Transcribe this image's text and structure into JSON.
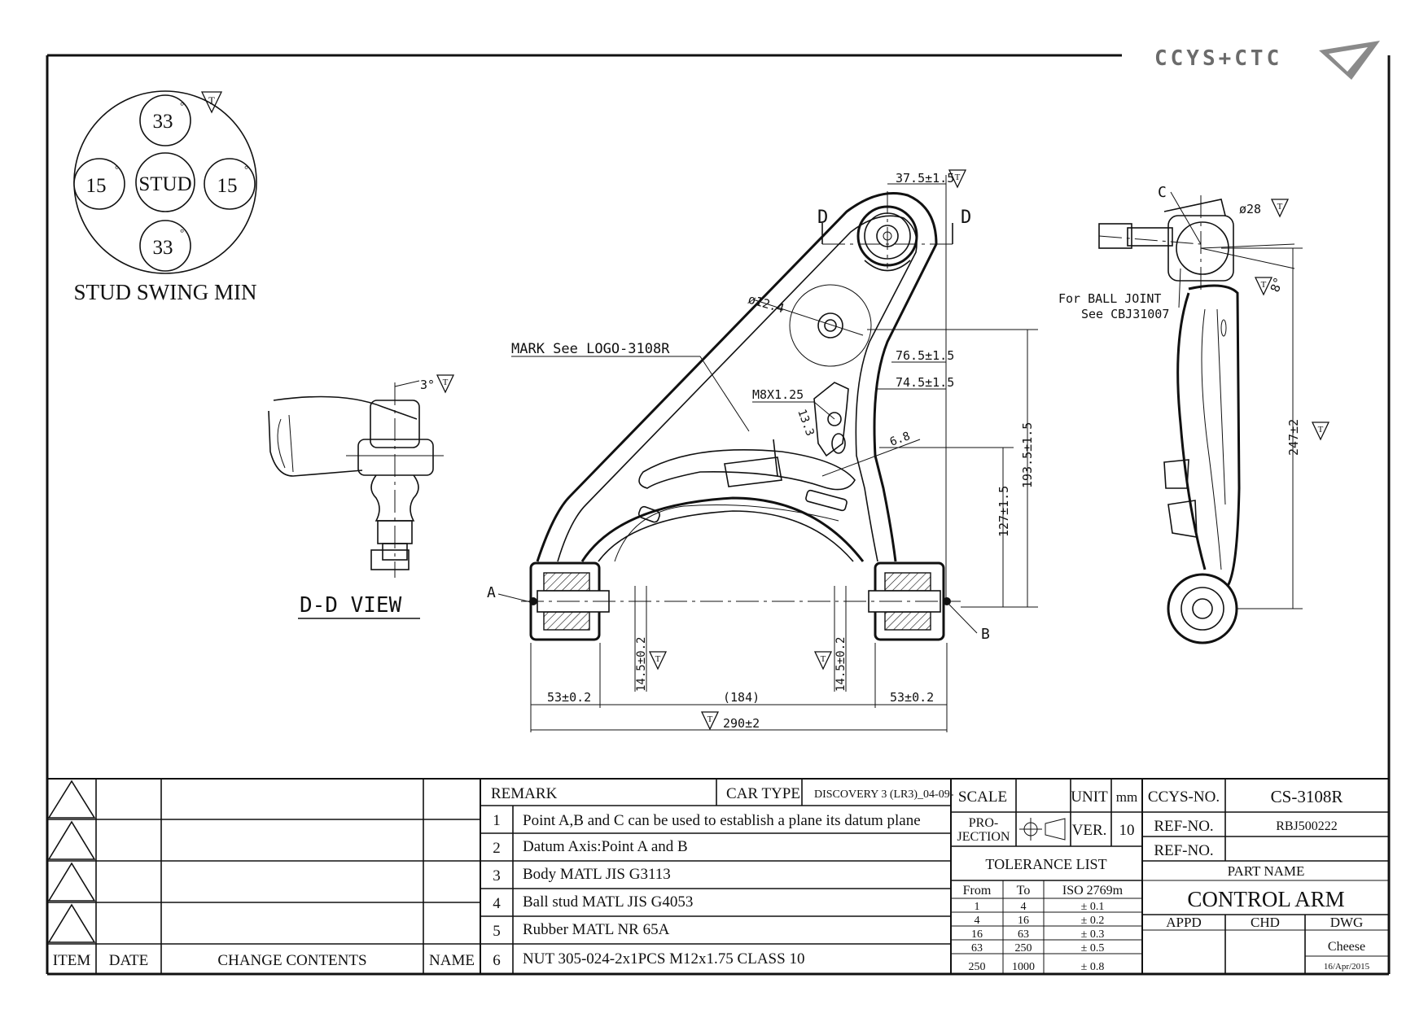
{
  "logo": {
    "text": "CCYS+CTC"
  },
  "stud_swing": {
    "center": "STUD",
    "top": "33",
    "bottom": "33",
    "left": "15",
    "right": "15",
    "degree_mark": "°",
    "symbol": "T",
    "caption": "STUD SWING MIN"
  },
  "dd_view": {
    "label": "D-D VIEW",
    "angle": "3°",
    "symbol": "T"
  },
  "main_view": {
    "dim_top": "37.5±1.5",
    "section_left": "D",
    "section_right": "D",
    "hole_dia": "ø12.4",
    "mark_note": "MARK See LOGO-3108R",
    "dim_76": "76.5±1.5",
    "dim_74": "74.5±1.5",
    "thread": "M8X1.25",
    "dim_13": "13.3",
    "dim_6": "6.8",
    "dim_193": "193.5±1.5",
    "dim_127": "127±1.5",
    "point_a": "A",
    "point_b": "B",
    "dim_14_left": "14.5±0.2",
    "dim_14_right": "14.5±0.2",
    "dim_53_left": "53±0.2",
    "dim_184": "(184)",
    "dim_53_right": "53±0.2",
    "dim_290": "290±2",
    "symbol": "T"
  },
  "side_view": {
    "point_c": "C",
    "dia": "ø28",
    "angle": "8°",
    "ball_joint_note_1": "For BALL JOINT",
    "ball_joint_note_2": "See CBJ31007",
    "dim_247": "247±2",
    "symbol": "T"
  },
  "revisions": {
    "headers": {
      "item": "ITEM",
      "date": "DATE",
      "change": "CHANGE CONTENTS",
      "name": "NAME"
    }
  },
  "remarks": {
    "header": "REMARK",
    "car_type_label": "CAR TYPE",
    "car_type_value": "DISCOVERY 3 (LR3)_04-09-",
    "items": [
      {
        "no": "1",
        "text": "Point A,B and C can be used to establish a plane its datum plane"
      },
      {
        "no": "2",
        "text": "Datum Axis:Point A and B"
      },
      {
        "no": "3",
        "text": "Body MATL JIS G3113"
      },
      {
        "no": "4",
        "text": "Ball stud MATL JIS G4053"
      },
      {
        "no": "5",
        "text": "Rubber MATL NR 65A"
      },
      {
        "no": "6",
        "text": "NUT 305-024-2x1PCS M12x1.75 CLASS 10"
      }
    ]
  },
  "info": {
    "scale_label": "SCALE",
    "unit_label": "UNIT",
    "unit_value": "mm",
    "projection_label_1": "PRO-",
    "projection_label_2": "JECTION",
    "ver_label": "VER.",
    "ver_value": "10",
    "tolerance_title": "TOLERANCE LIST",
    "tolerance_headers": {
      "from": "From",
      "to": "To",
      "iso": "ISO 2769m"
    },
    "tolerance_rows": [
      {
        "from": "1",
        "to": "4",
        "tol": "± 0.1"
      },
      {
        "from": "4",
        "to": "16",
        "tol": "± 0.2"
      },
      {
        "from": "16",
        "to": "63",
        "tol": "± 0.3"
      },
      {
        "from": "63",
        "to": "250",
        "tol": "± 0.5"
      },
      {
        "from": "250",
        "to": "1000",
        "tol": "± 0.8"
      }
    ]
  },
  "part": {
    "ccys_label": "CCYS-NO.",
    "ccys_value": "CS-3108R",
    "ref_label": "REF-NO.",
    "ref_value": "RBJ500222",
    "ref2_label": "REF-NO.",
    "ref2_value": "",
    "part_name_label": "PART NAME",
    "part_name": "CONTROL ARM",
    "appd": "APPD",
    "chd": "CHD",
    "dwg": "DWG",
    "drawer": "Cheese",
    "date": "16/Apr/2015"
  }
}
